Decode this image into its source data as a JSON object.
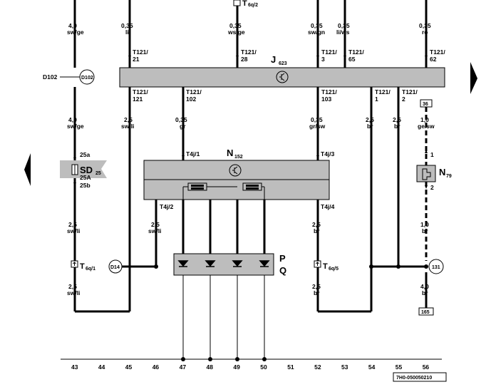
{
  "components": {
    "j623": {
      "label": "J",
      "sub": "623"
    },
    "n152": {
      "label": "N",
      "sub": "152"
    },
    "n79": {
      "label": "N",
      "sub": "79"
    },
    "sd25": {
      "label": "SD",
      "sub": "25",
      "rating": "25A",
      "pin_in": "25a",
      "pin_out": "25b"
    },
    "pq": {
      "p": "P",
      "q": "Q"
    }
  },
  "connectors": {
    "d102_left": "D102",
    "d102_circle": "D102",
    "d14": "D14",
    "c131": "131",
    "t6q1": {
      "t": "T",
      "sub": "6q/1"
    },
    "t6q5": {
      "t": "T",
      "sub": "6q/5"
    },
    "t6q2": {
      "t": "T",
      "sub": "6q/2"
    },
    "box36": "36",
    "box165": "165"
  },
  "wire_labels": {
    "c43_top": [
      "4,0",
      "sw/ge"
    ],
    "c43_mid": [
      "4,0",
      "sw/ge"
    ],
    "c43_low": [
      "2,5",
      "sw/li"
    ],
    "c43_bot": [
      "2,5",
      "sw/li"
    ],
    "c45_top": [
      "0,35",
      "li"
    ],
    "c45_mid": [
      "2,5",
      "sw/li"
    ],
    "c46_mid": [
      "2,5",
      "sw/li"
    ],
    "c47": [
      "0,35",
      "gr"
    ],
    "c50": [
      "0,35",
      "ws/ge"
    ],
    "c52_top": [
      "0,35",
      "sw/gn"
    ],
    "c52_mid": [
      "0,35",
      "gr/sw"
    ],
    "c52_low": [
      "2,5",
      "br"
    ],
    "c52_bot": [
      "2,5",
      "br"
    ],
    "c53_top": [
      "0,35",
      "li/ws"
    ],
    "c54_mid": [
      "2,5",
      "br"
    ],
    "c55_mid": [
      "2,5",
      "br"
    ],
    "c56_top": [
      "0,35",
      "ro"
    ],
    "c56_mid": [
      "1,0",
      "ge/sw"
    ],
    "c56_low": [
      "1,0",
      "br"
    ],
    "c56_bot": [
      "4,0",
      "br"
    ]
  },
  "pins": {
    "t121_21": [
      "T121/",
      "21"
    ],
    "t121_28": [
      "T121/",
      "28"
    ],
    "t121_3": [
      "T121/",
      "3"
    ],
    "t121_65": [
      "T121/",
      "65"
    ],
    "t121_62": [
      "T121/",
      "62"
    ],
    "t121_121": [
      "T121/",
      "121"
    ],
    "t121_102": [
      "T121/",
      "102"
    ],
    "t121_103": [
      "T121/",
      "103"
    ],
    "t121_1": [
      "T121/",
      "1"
    ],
    "t121_2": [
      "T121/",
      "2"
    ],
    "t4j_1": "T4j/1",
    "t4j_3": "T4j/3",
    "t4j_2": "T4j/2",
    "t4j_4": "T4j/4",
    "n79_1": "1",
    "n79_2": "2"
  },
  "columns": [
    "43",
    "44",
    "45",
    "46",
    "47",
    "48",
    "49",
    "50",
    "51",
    "52",
    "53",
    "54",
    "55",
    "56"
  ],
  "diagram_id": "7H0-050050210"
}
